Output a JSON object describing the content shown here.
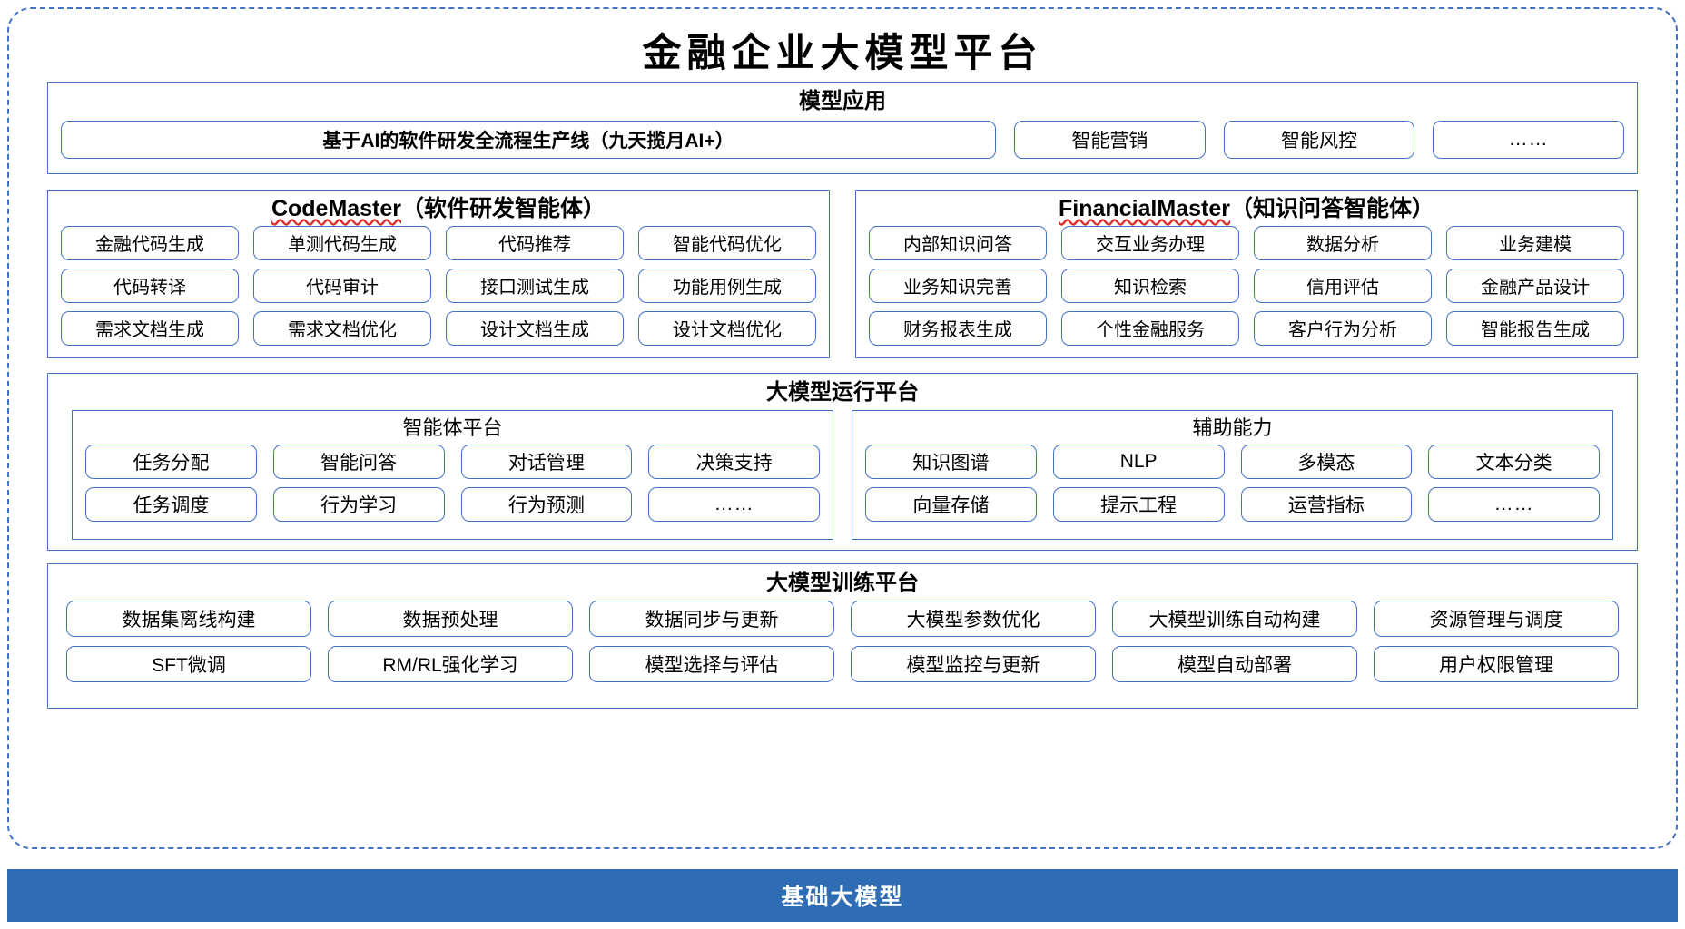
{
  "page": {
    "title": "金融企业大模型平台",
    "accent_color": "#4472c4",
    "footer_color": "#2e6db4",
    "spell_error_color": "#e03131"
  },
  "applications": {
    "title": "模型应用",
    "banner": "基于AI的软件研发全流程生产线（九天揽月AI+）",
    "items": [
      "智能营销",
      "智能风控",
      "……"
    ]
  },
  "agents": [
    {
      "name": "CodeMaster",
      "suffix": "（软件研发智能体）",
      "rows": [
        [
          "金融代码生成",
          "单测代码生成",
          "代码推荐",
          "智能代码优化"
        ],
        [
          "代码转译",
          "代码审计",
          "接口测试生成",
          "功能用例生成"
        ],
        [
          "需求文档生成",
          "需求文档优化",
          "设计文档生成",
          "设计文档优化"
        ]
      ]
    },
    {
      "name": "FinancialMaster",
      "suffix": "（知识问答智能体）",
      "rows": [
        [
          "内部知识问答",
          "交互业务办理",
          "数据分析",
          "业务建模"
        ],
        [
          "业务知识完善",
          "知识检索",
          "信用评估",
          "金融产品设计"
        ],
        [
          "财务报表生成",
          "个性金融服务",
          "客户行为分析",
          "智能报告生成"
        ]
      ]
    }
  ],
  "runtime": {
    "title": "大模型运行平台",
    "columns": [
      {
        "title": "智能体平台",
        "rows": [
          [
            "任务分配",
            "智能问答",
            "对话管理",
            "决策支持"
          ],
          [
            "任务调度",
            "行为学习",
            "行为预测",
            "……"
          ]
        ]
      },
      {
        "title": "辅助能力",
        "rows": [
          [
            "知识图谱",
            "NLP",
            "多模态",
            "文本分类"
          ],
          [
            "向量存储",
            "提示工程",
            "运营指标",
            "……"
          ]
        ]
      }
    ]
  },
  "training": {
    "title": "大模型训练平台",
    "rows": [
      [
        "数据集离线构建",
        "数据预处理",
        "数据同步与更新",
        "大模型参数优化",
        "大模型训练自动构建",
        "资源管理与调度"
      ],
      [
        "SFT微调",
        "RM/RL强化学习",
        "模型选择与评估",
        "模型监控与更新",
        "模型自动部署",
        "用户权限管理"
      ]
    ]
  },
  "footer": {
    "label": "基础大模型"
  }
}
